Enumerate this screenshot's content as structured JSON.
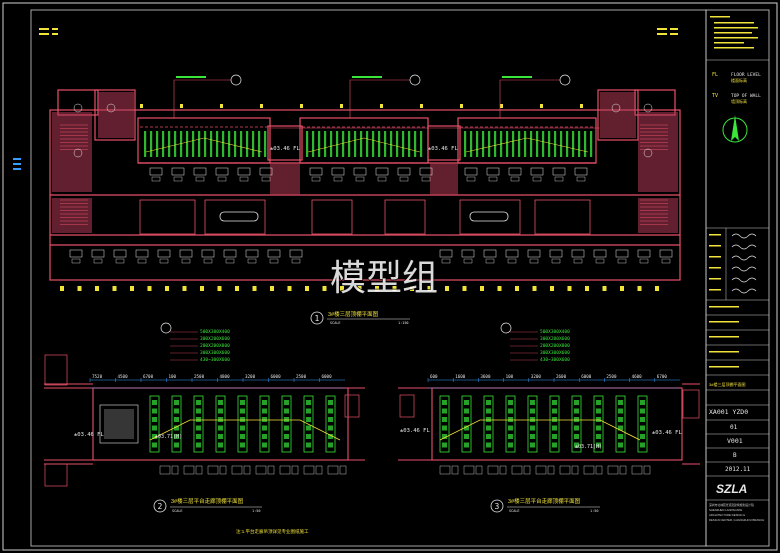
{
  "watermark": "模型组",
  "colors": {
    "background": "#000000",
    "frame": "#d9d9d9",
    "walls": "#e8506a",
    "hatch": "#b23a56",
    "ceiling": "#39e639",
    "dimension": "#3b9cff",
    "text_yellow": "#f2e33b",
    "text_white": "#e6e6e6",
    "stair": "#f2e33b"
  },
  "plans": {
    "main": {
      "number": "1",
      "title": "3#楼三层顶棚平面图",
      "scale_label": "SCALE",
      "scale": "1:150"
    },
    "left": {
      "number": "2",
      "title": "3#楼三层平台走廊顶棚平面图",
      "scale_label": "SCALE",
      "scale": "1:50"
    },
    "right": {
      "number": "3",
      "title": "3#楼三层平台走廊顶棚平面图",
      "scale_label": "SCALE",
      "scale": "1:50"
    }
  },
  "levels": {
    "main_left": "±03.46 FL",
    "main_right": "±03.46 FL",
    "left_plan_left": "±03.46 FL",
    "left_plan_mid": "±03.71(H)",
    "right_plan_left": "±03.46 FL",
    "right_plan_right": "±03.46 FL",
    "right_plan_mid": "±03.71(H)"
  },
  "left_dims": [
    "7520",
    "4500",
    "6700",
    "100",
    "2500",
    "4800",
    "3200",
    "6000",
    "2500",
    "6000"
  ],
  "right_dims": [
    "600",
    "1600",
    "3600",
    "100",
    "3200",
    "2600",
    "6000",
    "2500",
    "4600",
    "6700"
  ],
  "ceiling_notes_left": [
    "500X300X400",
    "300X200X600",
    "200X200X800",
    "300X300X600",
    "430~300X600"
  ],
  "ceiling_notes_right": [
    "500X300X400",
    "300X200X600",
    "200X200X800",
    "300X300X600",
    "430~300X600"
  ],
  "bottom_note": "注:1.平台走廊吊顶详见专业图纸施工",
  "title_block": {
    "legend": [
      {
        "code": "FL",
        "text": "FLOOR LEVEL",
        "sub": "楼面标高"
      },
      {
        "code": "TV",
        "text": "TOP OF WALL",
        "sub": "墙顶标高"
      }
    ],
    "drawing_title": "3#楼三层顶棚平面图",
    "drawing_number": "XA001 YZD0",
    "sheet": "01",
    "page": "V001",
    "revision": "B",
    "date": "2012.11",
    "company_logo": "SZLA",
    "company_lines": [
      "深圳市北林苑景观及建筑规划设计院",
      "SHENZHEN LANDSCAPE",
      "ARCHITECTURE DESIGN &",
      "DESIGN CENTER, GUANGZHOU BRANCH"
    ]
  }
}
